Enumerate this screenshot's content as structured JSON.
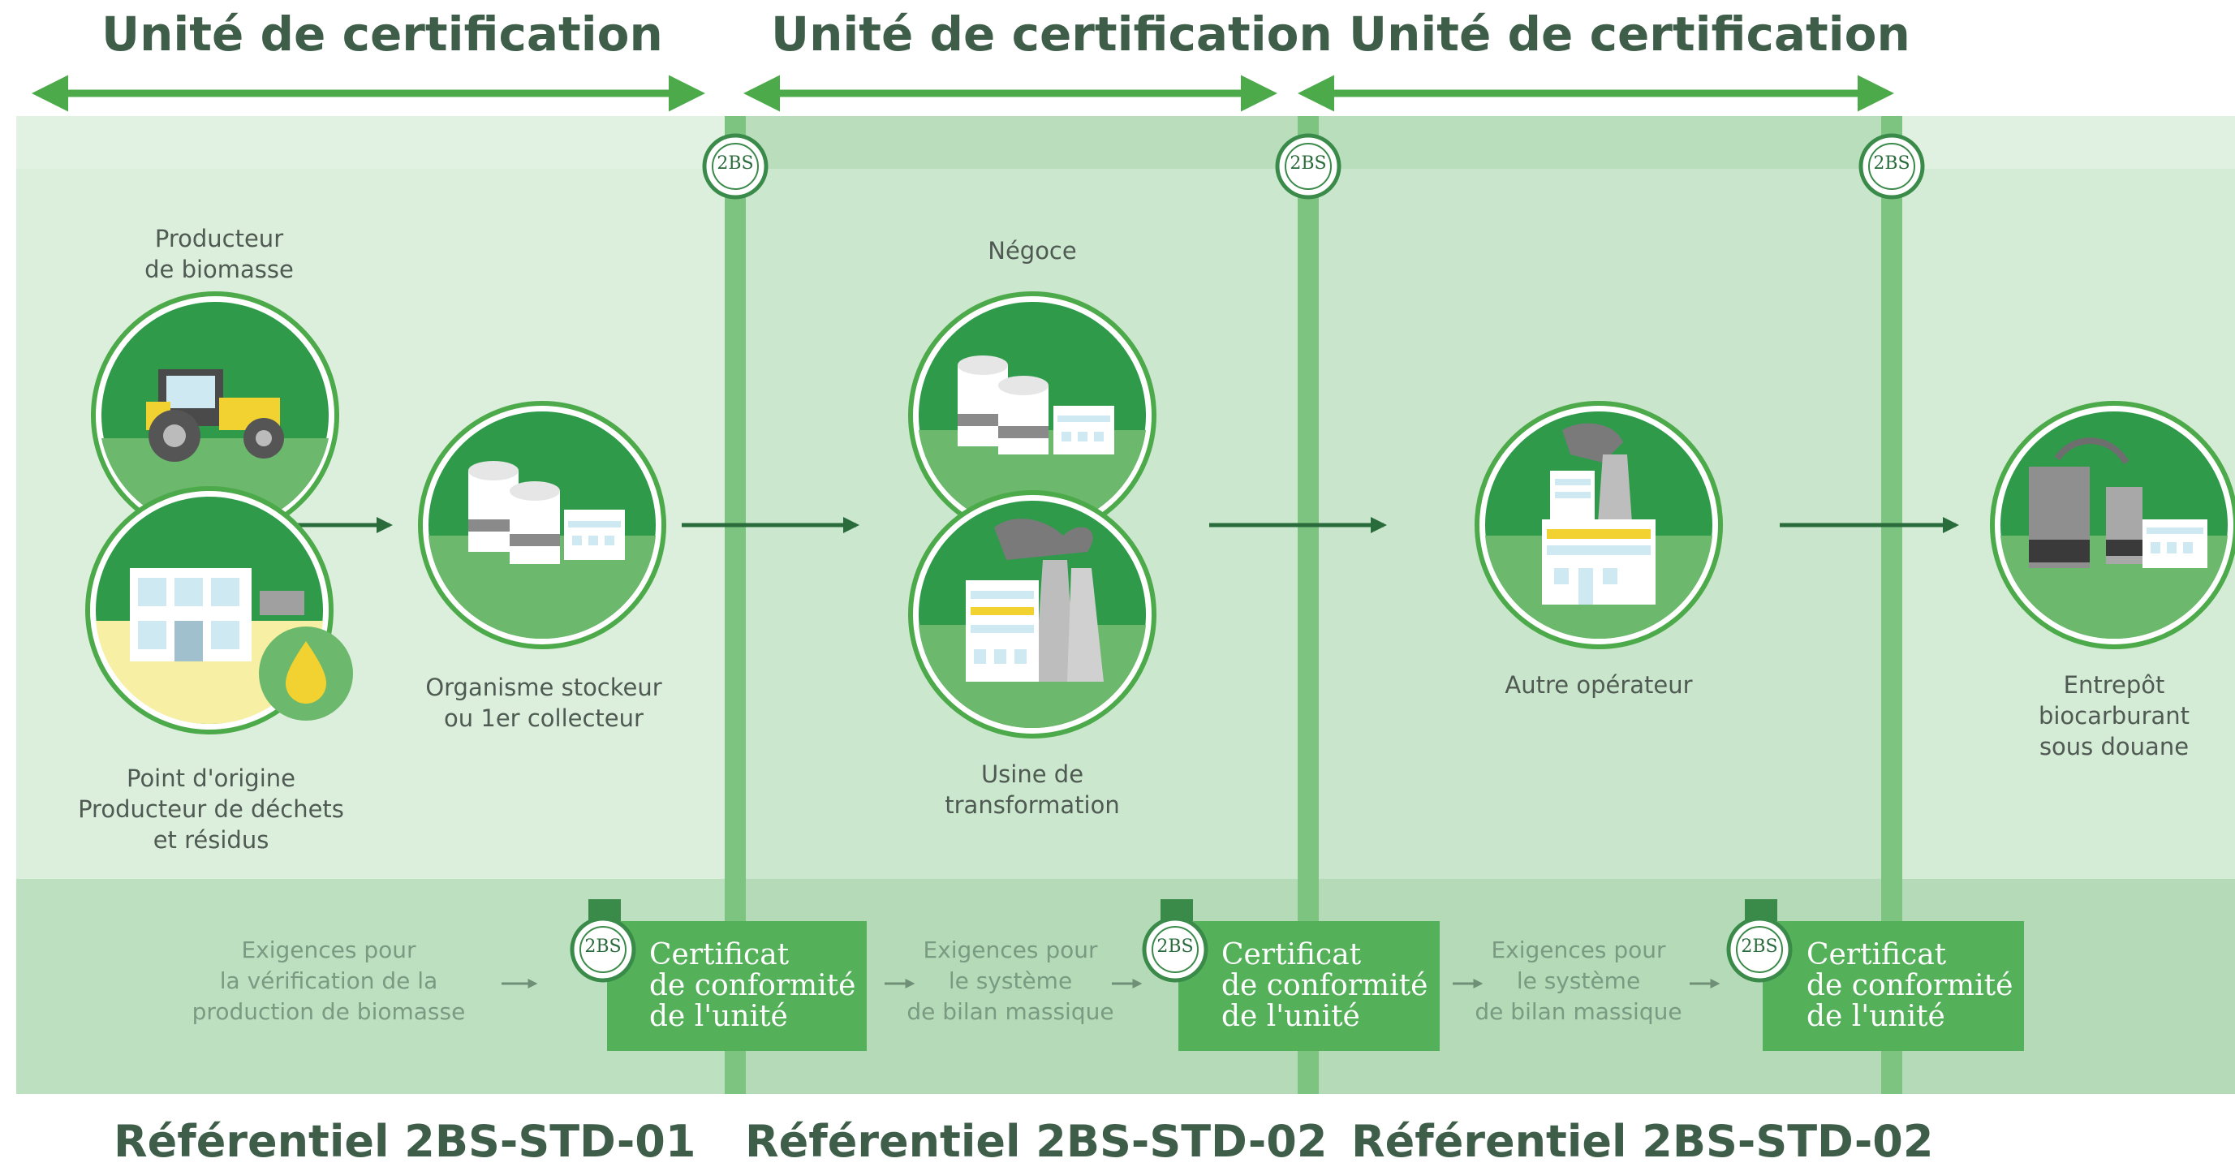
{
  "headers": {
    "unit1": "Unité de certification",
    "unit2": "Unité de certification",
    "unit3": "Unité de certification"
  },
  "stages": {
    "biomass_producer": "Producteur\nde biomasse",
    "origin_point": "Point d'origine\nProducteur de déchets\net résidus",
    "storage_collector": "Organisme stockeur\nou 1er collecteur",
    "trading": "Négoce",
    "processing_plant": "Usine de\ntransformation",
    "other_operator": "Autre opérateur",
    "bonded_warehouse": "Entrepôt\nbiocarburant\nsous douane"
  },
  "requirements": {
    "biomass_verification": "Exigences pour\nla vérification de la\nproduction de biomasse",
    "mass_balance_1": "Exigences pour\nle système\nde bilan massique",
    "mass_balance_2": "Exigences pour\nle système\nde bilan massique"
  },
  "certificates": {
    "cert1": "Certificat\nde conformité\nde l'unité",
    "cert2": "Certificat\nde conformité\nde l'unité",
    "cert3": "Certificat\nde conformité\nde l'unité"
  },
  "badge_text": "2BS",
  "footers": {
    "std1": "Référentiel 2BS-STD-01",
    "std2": "Référentiel 2BS-STD-02",
    "std3": "Référentiel 2BS-STD-02"
  },
  "colors": {
    "arrow_green": "#4caa4a",
    "bar_green": "#7cc47f",
    "panel_light": "#d6ecd8",
    "panel_mid": "#c5e4c8",
    "footer_band": "#b4dab8",
    "circle_dark": "#2f9a4a",
    "cert_green": "#55b05a",
    "title_text": "#3e5e4a"
  }
}
